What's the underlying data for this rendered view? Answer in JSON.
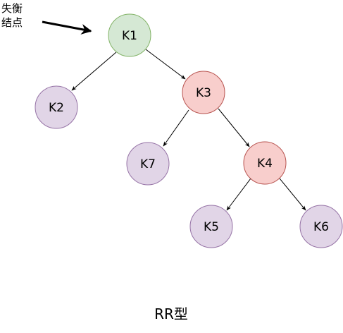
{
  "diagram": {
    "annotation": {
      "line1": "失衡",
      "line2": "结点"
    },
    "caption": "RR型",
    "nodes": {
      "k1": {
        "label": "K1",
        "role": "unbalanced"
      },
      "k2": {
        "label": "K2",
        "role": "normal"
      },
      "k3": {
        "label": "K3",
        "role": "rotation"
      },
      "k7": {
        "label": "K7",
        "role": "normal"
      },
      "k4": {
        "label": "K4",
        "role": "rotation"
      },
      "k5": {
        "label": "K5",
        "role": "normal"
      },
      "k6": {
        "label": "K6",
        "role": "normal"
      }
    },
    "edges": [
      {
        "from": "K1",
        "to": "K2"
      },
      {
        "from": "K1",
        "to": "K3"
      },
      {
        "from": "K3",
        "to": "K7"
      },
      {
        "from": "K3",
        "to": "K4"
      },
      {
        "from": "K4",
        "to": "K5"
      },
      {
        "from": "K4",
        "to": "K6"
      }
    ],
    "colors": {
      "unbalanced_fill": "#d5e8d4",
      "unbalanced_stroke": "#82b366",
      "rotation_fill": "#f8cecc",
      "rotation_stroke": "#b85450",
      "normal_fill": "#e1d5e7",
      "normal_stroke": "#9673a6",
      "edge": "#000000"
    }
  }
}
